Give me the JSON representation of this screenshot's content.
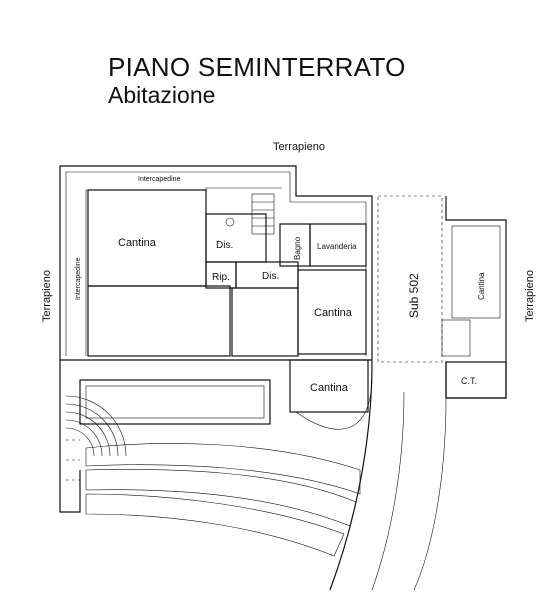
{
  "header": {
    "title": "PIANO SEMINTERRATO",
    "subtitle": "Abitazione"
  },
  "labels": {
    "terrapieno_top": "Terrapieno",
    "terrapieno_left": "Terrapieno",
    "terrapieno_right": "Terrapieno",
    "intercapedine_top": "Intercapedine",
    "intercapedine_left": "Intercapedine",
    "sub": "Sub 502"
  },
  "rooms": {
    "cantina_main": "Cantina",
    "dis_1": "Dis.",
    "rip": "Rip.",
    "dis_2": "Dis.",
    "bagno": "Bagno",
    "lavanderia": "Lavanderia",
    "cantina_mid": "Cantina",
    "cantina_low": "Cantina",
    "cantina_right": "Cantina",
    "ct": "C.T."
  }
}
